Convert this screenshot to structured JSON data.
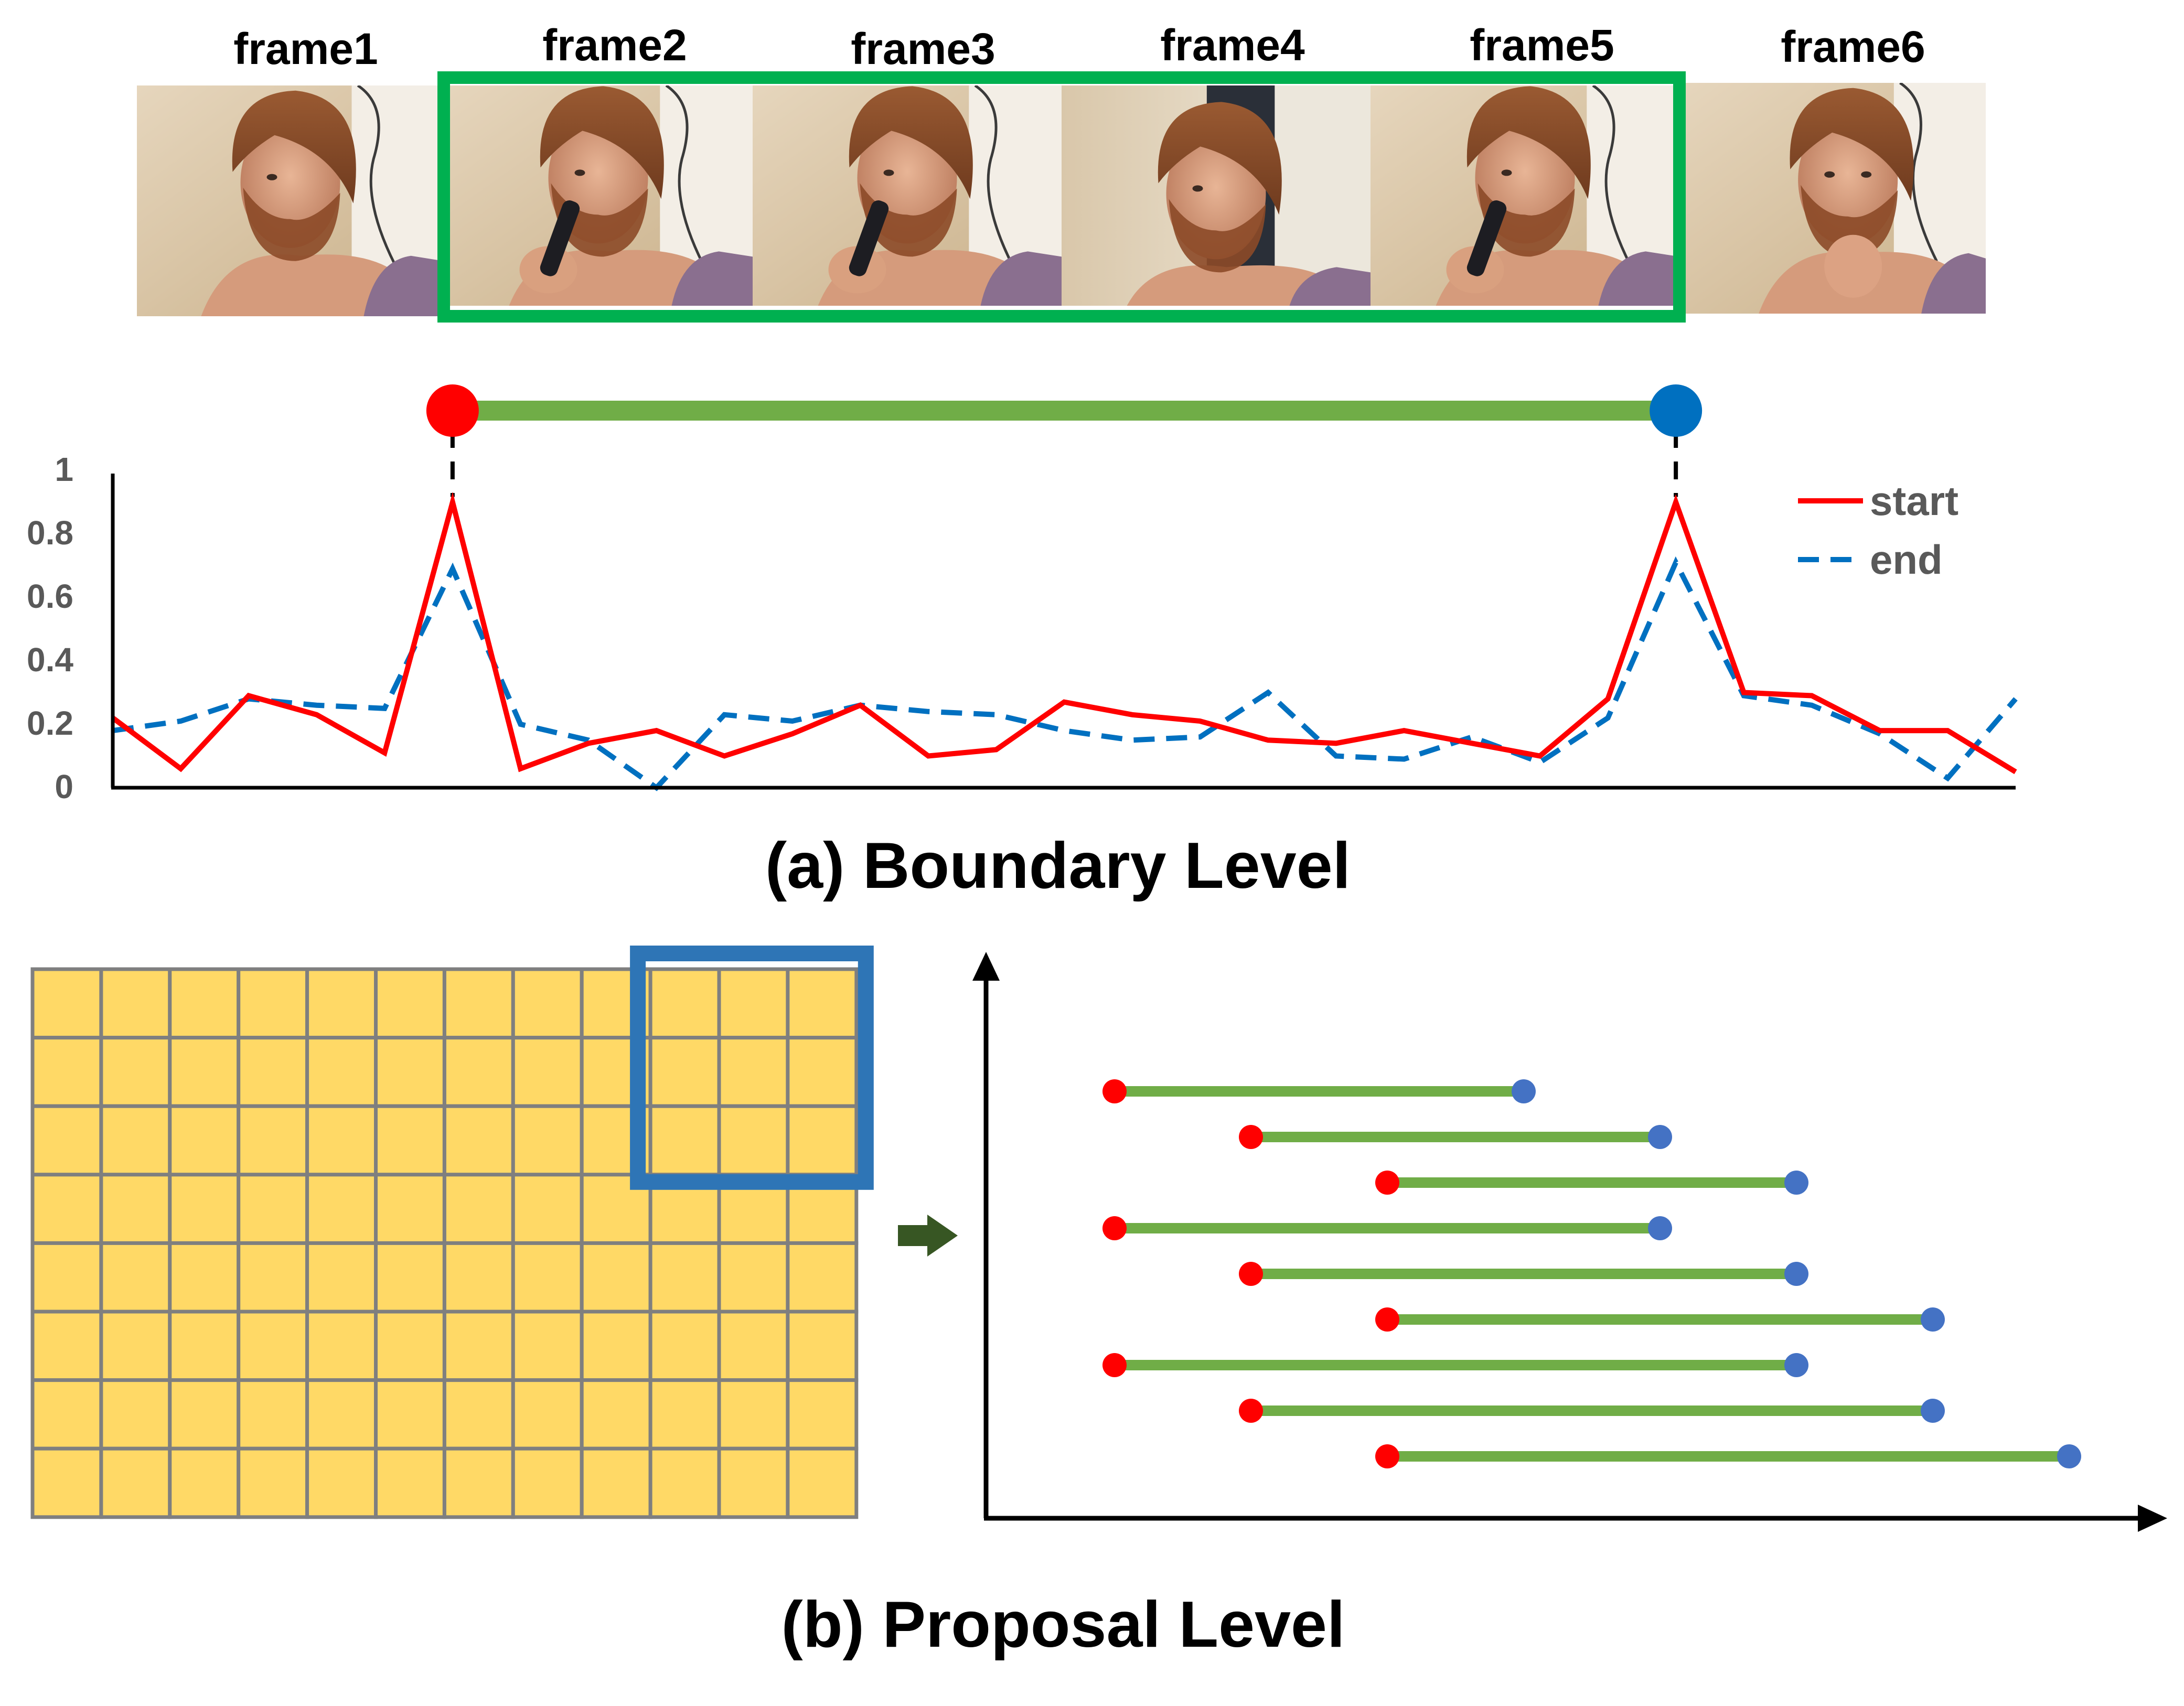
{
  "frames": {
    "labels": [
      "frame1",
      "frame2",
      "frame3",
      "frame4",
      "frame5",
      "frame6"
    ],
    "highlight": {
      "first": 1,
      "last": 4,
      "color": "#00b050"
    }
  },
  "boundary_chart": {
    "y_ticks": [
      "0",
      "0.2",
      "0.4",
      "0.6",
      "0.8",
      "1"
    ],
    "legend": [
      {
        "name": "start",
        "color": "#ff0000",
        "dash": "solid"
      },
      {
        "name": "end",
        "color": "#0070c0",
        "dash": "dashed"
      }
    ],
    "caption": "(a) Boundary Level",
    "start_marker_color": "#ff0000",
    "end_marker_color": "#0070c0",
    "segment_color": "#70ad47"
  },
  "chart_data": {
    "type": "line",
    "ylim": [
      0,
      1
    ],
    "x_count": 29,
    "series": [
      {
        "name": "start",
        "values": [
          0.22,
          0.06,
          0.29,
          0.23,
          0.11,
          0.9,
          0.06,
          0.14,
          0.18,
          0.1,
          0.17,
          0.26,
          0.1,
          0.12,
          0.27,
          0.23,
          0.21,
          0.15,
          0.14,
          0.18,
          0.14,
          0.1,
          0.28,
          0.9,
          0.3,
          0.29,
          0.18,
          0.18,
          0.05
        ]
      },
      {
        "name": "end",
        "values": [
          0.18,
          0.21,
          0.28,
          0.26,
          0.25,
          0.69,
          0.2,
          0.15,
          0.0,
          0.23,
          0.21,
          0.26,
          0.24,
          0.23,
          0.18,
          0.15,
          0.16,
          0.3,
          0.1,
          0.09,
          0.16,
          0.08,
          0.22,
          0.71,
          0.29,
          0.26,
          0.17,
          0.03,
          0.28
        ]
      }
    ],
    "action_segment": {
      "start_index": 5,
      "end_index": 23
    }
  },
  "proposal_level": {
    "caption": "(b) Proposal Level",
    "grid": {
      "rows": 8,
      "cols": 12,
      "fill_color": "#ffd966",
      "line_color": "#7f7f7f",
      "selection": {
        "row_from": 0,
        "row_to": 2,
        "col_from": 9,
        "col_to": 11,
        "color": "#2e75b6"
      }
    },
    "arrow_color": "#375623",
    "proposals": [
      {
        "start": 0,
        "end": 3
      },
      {
        "start": 1,
        "end": 4
      },
      {
        "start": 2,
        "end": 5
      },
      {
        "start": 0,
        "end": 4
      },
      {
        "start": 1,
        "end": 5
      },
      {
        "start": 2,
        "end": 6
      },
      {
        "start": 0,
        "end": 5
      },
      {
        "start": 1,
        "end": 6
      },
      {
        "start": 2,
        "end": 7
      }
    ],
    "start_color": "#ff0000",
    "end_color": "#4472c4",
    "segment_color": "#70ad47"
  }
}
